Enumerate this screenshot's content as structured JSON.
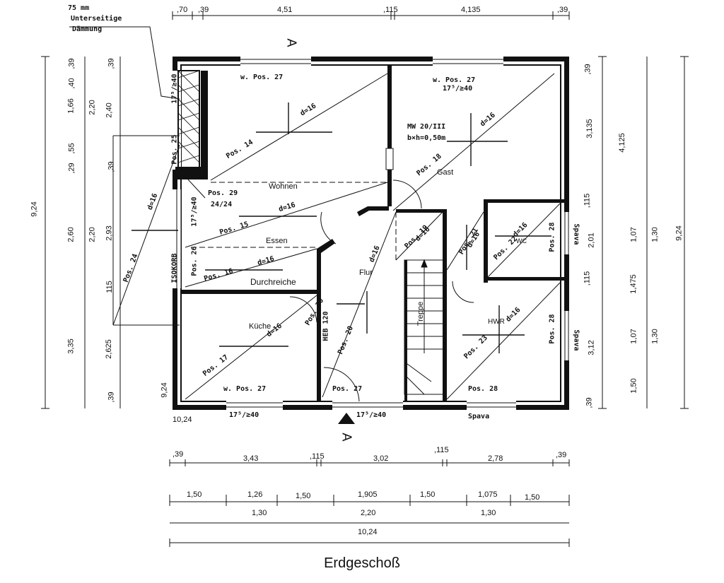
{
  "title": "Erdgeschoß",
  "section_label": "A",
  "insulation_note": [
    "75 mm",
    "Unterseitige",
    "Dämmung"
  ],
  "dims_top": [
    ",70",
    ",39",
    "4,51",
    ",115",
    "4,135",
    ",39"
  ],
  "dims_bottom_1": [
    ",39",
    "3,43",
    ",115",
    "3,02",
    ",115",
    "2,78",
    ",39"
  ],
  "dims_bottom_2": [
    "1,50",
    "1,26",
    "1,50",
    "1,905",
    "1,50",
    "1,075",
    "1,50"
  ],
  "dims_bottom_3": [
    "1,30",
    "2,20",
    "1,30"
  ],
  "dims_bottom_total": "10,24",
  "dims_left_outer": [
    "9,24"
  ],
  "dims_left_2": [
    ",39",
    ",40",
    "1,66",
    ",55",
    ",29",
    "2,60",
    "3,35"
  ],
  "dims_left_3": [
    "2,20",
    "2,20",
    "115",
    "2,625"
  ],
  "dims_left_4": [
    ",39",
    "2,40",
    ",39",
    "2,93",
    ",39",
    "9,24",
    "10,24"
  ],
  "dims_right_1": [
    ",39",
    "3,135",
    ",115",
    "2,01",
    ",115",
    "3,12",
    ",39"
  ],
  "dims_right_2": [
    "4,125",
    "1,07",
    "1,475",
    "1,07",
    "1,50"
  ],
  "dims_right_3": [
    "1,30",
    "1,30"
  ],
  "dims_right_outer": "9,24",
  "rooms": [
    "Wohnen",
    "Gast",
    "Essen",
    "Durchreiche",
    "Flur",
    "Küche",
    "Treppe",
    "WC",
    "HWR"
  ],
  "annotations": [
    "w. Pos. 27",
    "w. Pos. 27",
    "17⁵/≥40",
    "d=16",
    "d=16",
    "Pos. 14",
    "Pos. 18",
    "MW 20/III",
    "b×h=0,50m",
    "Pos. 29",
    "24/24",
    "Pos. 15",
    "d=16",
    "Pos. 24",
    "d=16",
    "Pos. 26",
    "ISOKORB",
    "17⁵/≥40",
    "Pos. 16",
    "d=16",
    "Pos. 17",
    "d=16",
    "Pos. 30",
    "HEB 120",
    "Pos. 20",
    "d=16",
    "Pos. 19",
    "d=16",
    "Pos. 21",
    "d=16",
    "Pos. 22",
    "d=16",
    "Pos. 28",
    "Spava",
    "Pos. 23",
    "d=16",
    "Pos. 28",
    "Spava",
    "w. Pos. 27",
    "17⁵/≥40",
    "Pos. 27",
    "17⁵/≥40",
    "Pos. 28",
    "Spava",
    "17⁵/≥40",
    "Pos. 25"
  ]
}
